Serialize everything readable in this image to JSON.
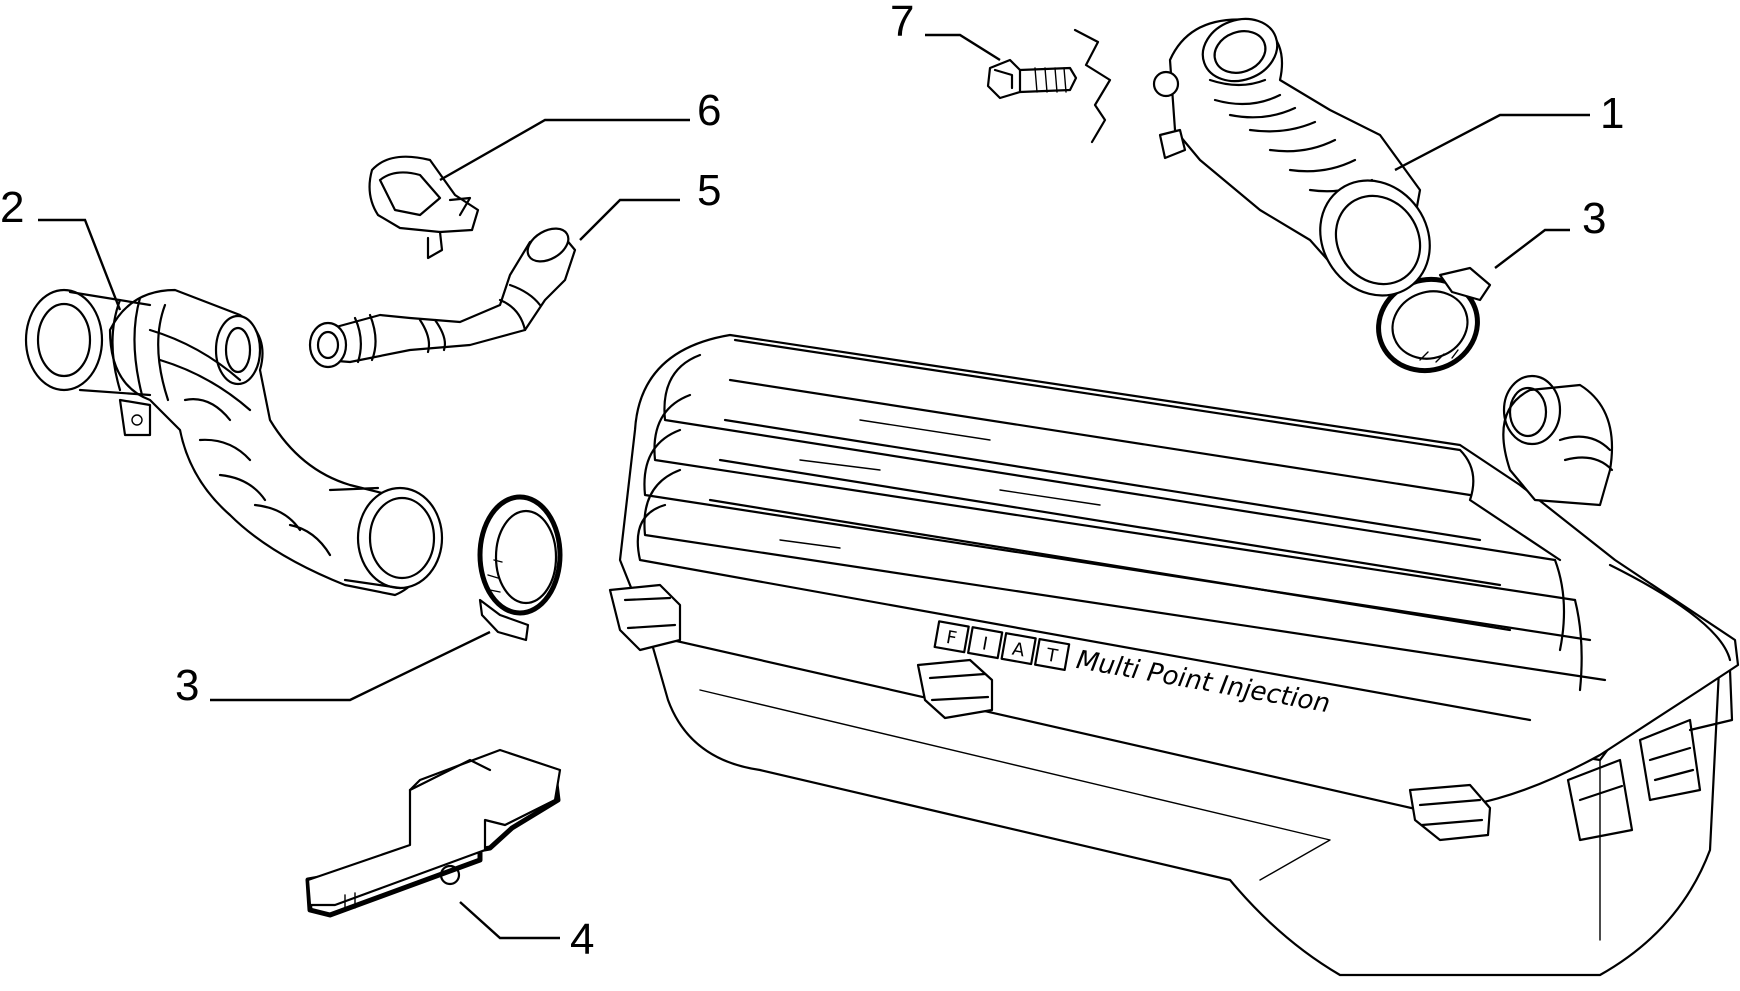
{
  "diagram": {
    "callouts": [
      "1",
      "2",
      "3",
      "3",
      "4",
      "5",
      "6",
      "7"
    ],
    "housing_logo": {
      "badge_letters": [
        "F",
        "I",
        "A",
        "T"
      ],
      "text": "Multi Point Injection"
    }
  }
}
